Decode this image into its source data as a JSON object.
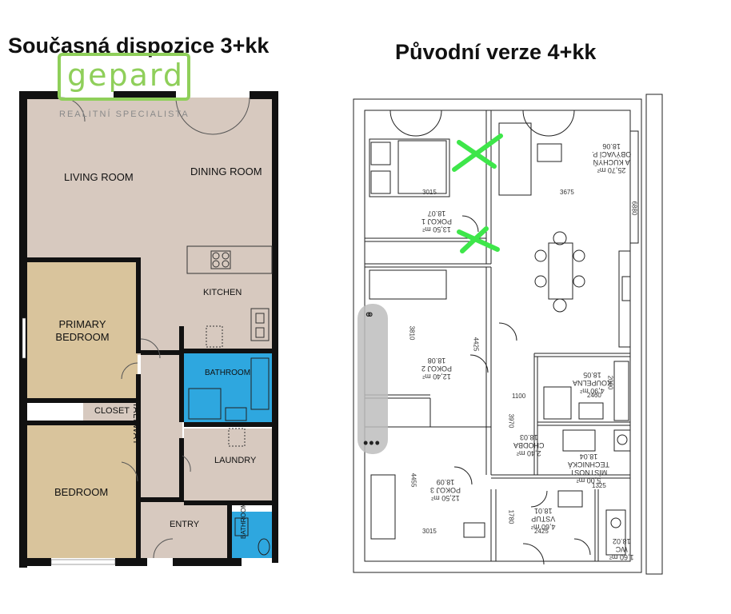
{
  "headings": {
    "current": "Současná dispozice 3+kk",
    "original": "Původní verze 4+kk"
  },
  "logo": {
    "name": "gepard",
    "tagline": "REALITNÍ SPECIALISTA"
  },
  "current_plan": {
    "rooms": [
      {
        "id": "living",
        "label": "LIVING ROOM"
      },
      {
        "id": "dining",
        "label": "DINING ROOM"
      },
      {
        "id": "kitchen",
        "label": "KITCHEN"
      },
      {
        "id": "primary",
        "label": "PRIMARY\nBEDROOM"
      },
      {
        "id": "bathroom1",
        "label": "BATHROOM"
      },
      {
        "id": "closet",
        "label": "CLOSET"
      },
      {
        "id": "hallway",
        "label": "HALLWAY"
      },
      {
        "id": "laundry",
        "label": "LAUNDRY"
      },
      {
        "id": "bedroom",
        "label": "BEDROOM"
      },
      {
        "id": "entry",
        "label": "ENTRY"
      },
      {
        "id": "bathroom2",
        "label": "BATHROOM"
      }
    ]
  },
  "original_plan": {
    "rooms": [
      {
        "id": "18.07",
        "lines": [
          "18.07",
          "POKOJ 1",
          "13,50 m²"
        ]
      },
      {
        "id": "18.06",
        "lines": [
          "18.06",
          "OBÝVACÍ P.",
          "A KUCHYŇ",
          "25,70 m²"
        ]
      },
      {
        "id": "18.08",
        "lines": [
          "18.08",
          "POKOJ 2",
          "12,40 m²"
        ]
      },
      {
        "id": "18.05",
        "lines": [
          "18.05",
          "KOUPELNA",
          "4,90 m²"
        ]
      },
      {
        "id": "18.03",
        "lines": [
          "18.03",
          "CHODBA",
          "2,40 m²"
        ]
      },
      {
        "id": "18.04",
        "lines": [
          "18.04",
          "TECHNICKÁ",
          "MÍSTNOST",
          "5,00 m²"
        ]
      },
      {
        "id": "18.09",
        "lines": [
          "18.09",
          "POKOJ 3",
          "12,50 m²"
        ]
      },
      {
        "id": "18.01",
        "lines": [
          "18.01",
          "VSTUP",
          "4,60 m²"
        ]
      },
      {
        "id": "18.02",
        "lines": [
          "18.02",
          "WC",
          "1,60 m²"
        ]
      }
    ],
    "dimensions": [
      "3015",
      "3675",
      "6880",
      "3810",
      "4425",
      "2460",
      "2000",
      "3970",
      "4455",
      "2425",
      "1325",
      "1100",
      "3015",
      "1780"
    ]
  },
  "colors": {
    "wall": "#111111",
    "floor": "#d7c9bf",
    "bedroom_floor": "#d9c49c",
    "bathroom": "#2ea7df",
    "annotation": "#3ee64a",
    "logo": "#8fcf5a"
  }
}
